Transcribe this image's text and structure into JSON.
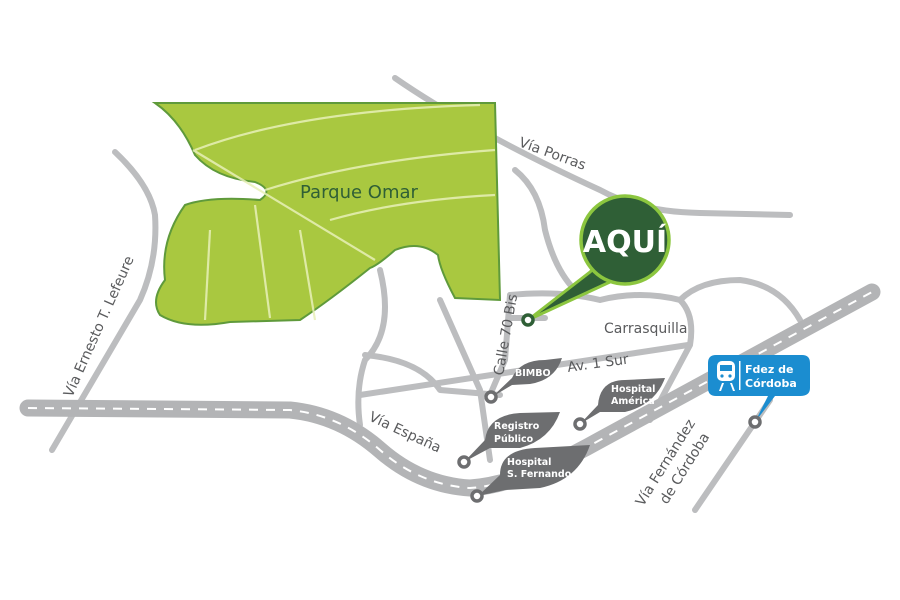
{
  "park": {
    "name": "Parque Omar"
  },
  "marker": {
    "label": "AQUÍ"
  },
  "streets": {
    "via_porras": "Vía Porras",
    "carrasquilla": "Carrasquilla",
    "calle_70_bis": "Calle 70 Bis",
    "av_1_sur": "Av. 1 Sur",
    "via_espana": "Vía España",
    "via_lefeure": "Vía Ernesto T. Lefeure",
    "via_fernandez_1": "Vía Fernández",
    "via_fernandez_2": "de Córdoba"
  },
  "landmarks": {
    "bimbo": "BIMBO",
    "hospital_america_1": "Hospital",
    "hospital_america_2": "América",
    "registro_1": "Registro",
    "registro_2": "Público",
    "hospital_sf_1": "Hospital",
    "hospital_sf_2": "S. Fernando"
  },
  "station": {
    "line1": "Fdez de",
    "line2": "Córdoba"
  },
  "colors": {
    "park": "#a9c840",
    "marker": "#2f5f36",
    "marker_border": "#8cc63f",
    "landmark": "#6d6e70",
    "station": "#1b8dd0",
    "road": "#bcbdbf"
  }
}
